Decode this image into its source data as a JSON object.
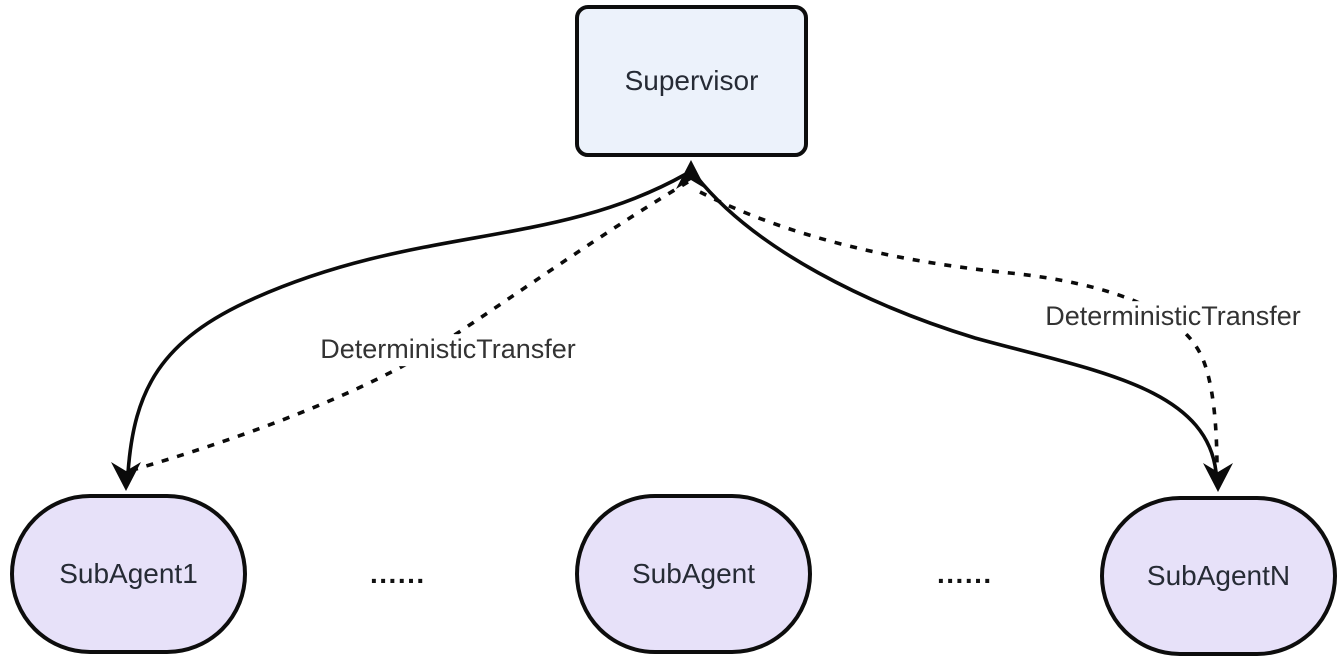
{
  "diagram": {
    "type": "flowchart",
    "background": "#ffffff",
    "edge_color": "#0b0b0b",
    "label_text_color": "#333333",
    "nodes": [
      {
        "id": "Supervisor",
        "label": "Supervisor",
        "shape": "rounded-rect",
        "fill": "#ECF2FB",
        "stroke": "#0d0d0d",
        "text_color": "#262b35"
      },
      {
        "id": "SubAgent1",
        "label": "SubAgent1",
        "shape": "stadium",
        "fill": "#E7E1F9",
        "stroke": "#0d0d0d",
        "text_color": "#262b35"
      },
      {
        "id": "SubAgent",
        "label": "SubAgent",
        "shape": "stadium",
        "fill": "#E7E1F9",
        "stroke": "#0d0d0d",
        "text_color": "#262b35"
      },
      {
        "id": "SubAgentN",
        "label": "SubAgentN",
        "shape": "stadium",
        "fill": "#E7E1F9",
        "stroke": "#0d0d0d",
        "text_color": "#262b35"
      }
    ],
    "ellipses": {
      "left": "......",
      "right": "......"
    },
    "edges": [
      {
        "from": "SubAgent1",
        "to": "Supervisor",
        "style": "solid",
        "label": ""
      },
      {
        "from": "Supervisor",
        "to": "SubAgent1",
        "style": "dashed",
        "label": "DeterministicTransfer"
      },
      {
        "from": "Supervisor",
        "to": "SubAgentN",
        "style": "solid",
        "label": ""
      },
      {
        "from": "SubAgentN",
        "to": "Supervisor",
        "style": "dashed",
        "label": "DeterministicTransfer"
      }
    ]
  }
}
